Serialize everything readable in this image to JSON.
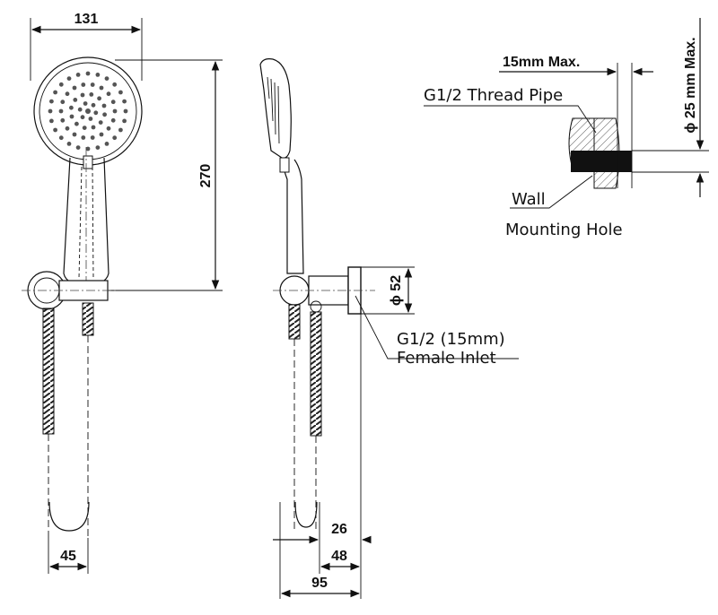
{
  "dimensions": {
    "head_width": "131",
    "height": "270",
    "hose_offset": "45",
    "bracket_dia": "ϕ 52",
    "depth_small": "26",
    "depth_mid": "48",
    "depth_total": "95",
    "hole_dia": "ϕ 25 mm Max.",
    "pipe_projection": "15mm Max."
  },
  "labels": {
    "thread_pipe": "G1/2 Thread Pipe",
    "wall": "Wall",
    "mounting_hole": "Mounting  Hole",
    "inlet_line1": "G1/2 (15mm)",
    "inlet_line2": "Female Inlet"
  }
}
